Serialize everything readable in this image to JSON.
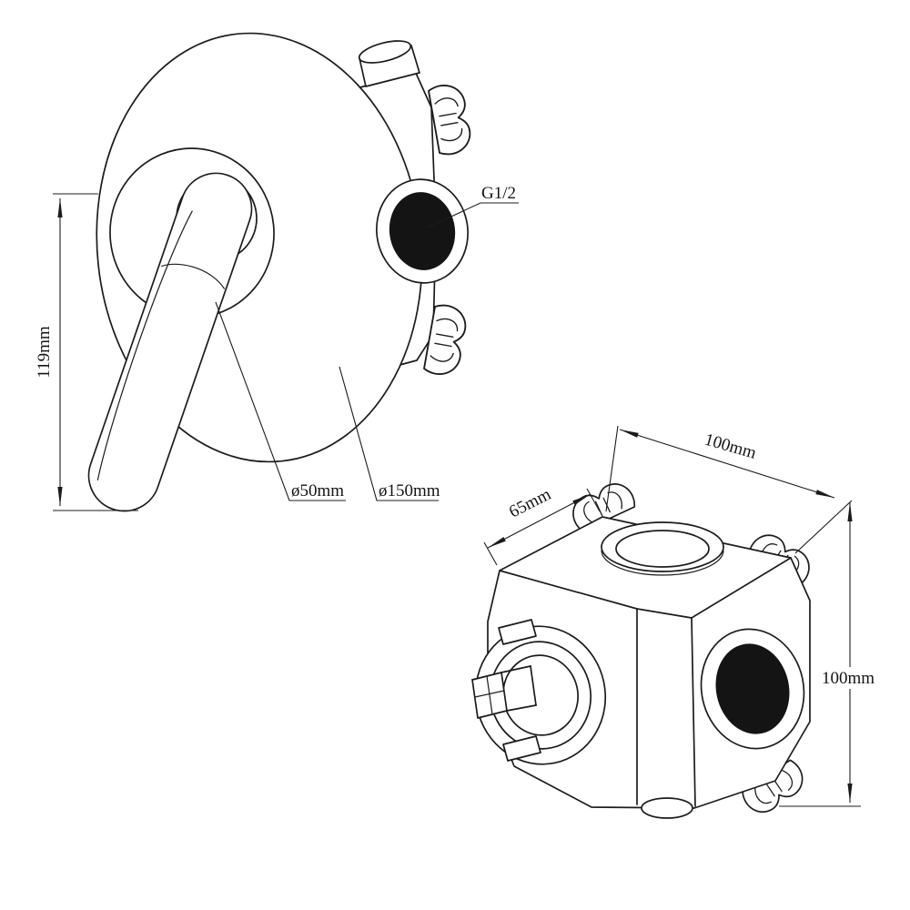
{
  "drawing": {
    "front_view": {
      "height_dim_label": "119mm",
      "handle_dia_label": "ø50mm",
      "plate_dia_label": "ø150mm",
      "thread_label": "G1/2"
    },
    "iso_view": {
      "depth_dim_label": "65mm",
      "width_dim_label": "100mm",
      "height_dim_label": "100mm"
    },
    "colors": {
      "line": "#1c1c1c",
      "background": "#ffffff",
      "port_fill": "#141414"
    }
  }
}
